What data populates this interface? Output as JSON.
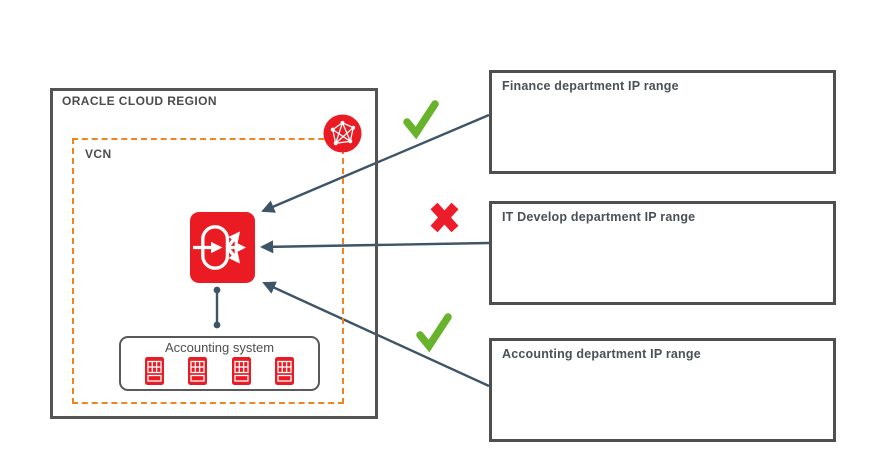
{
  "region": {
    "label": "ORACLE CLOUD REGION"
  },
  "vcn": {
    "label": "VCN",
    "badge_icon": "vcn-network-icon"
  },
  "load_balancer": {
    "icon": "load-balancer-icon"
  },
  "accounting_system": {
    "label": "Accounting system",
    "server_count": 4,
    "server_icon": "server-icon"
  },
  "ip_boxes": [
    {
      "label": "Finance department IP range",
      "status": "allowed",
      "mark_icon": "check-icon"
    },
    {
      "label": "IT Develop department IP range",
      "status": "denied",
      "mark_icon": "cross-icon"
    },
    {
      "label": "Accounting department IP range",
      "status": "allowed",
      "mark_icon": "check-icon"
    }
  ],
  "colors": {
    "oracle_red": "#ea1b23",
    "vcn_orange": "#f0841f",
    "connector_slate": "#3e5467",
    "check_green": "#68b32b",
    "cross_red": "#ec1c2a",
    "border_dark": "#4f4f4f",
    "text_dark": "#495056"
  }
}
